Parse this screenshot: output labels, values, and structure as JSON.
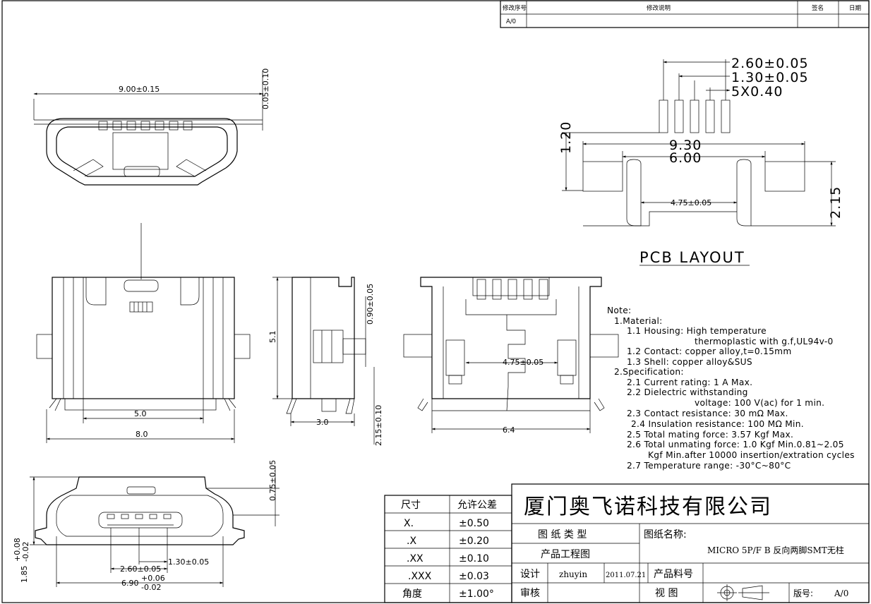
{
  "revision_table": {
    "headers": [
      "修改序号",
      "修改说明",
      "签名",
      "日期"
    ],
    "rows": [
      [
        "A/0",
        "",
        "",
        ""
      ]
    ]
  },
  "dims": {
    "top_width": "9.00±0.15",
    "top_thickness": "0.05±0.10",
    "pcb_pitch_outer": "2.60±0.05",
    "pcb_pitch_inner": "1.30±0.05",
    "pcb_pad_width": "5X0.40",
    "pcb_pad_height": "1.20",
    "pcb_total": "9.30",
    "pcb_inner": "6.00",
    "pcb_leg_gap": "4.75±0.05",
    "pcb_side": "2.15",
    "front_inner": "5.0",
    "front_outer": "8.0",
    "side_height": "5.1",
    "side_depth": "3.0",
    "side_bump": "0.90±0.05",
    "side_foot": "2.15±0.10",
    "back_gap": "4.75±0.05",
    "back_width": "6.4",
    "end_top": "0.75±0.05",
    "end_height_main": "1.85",
    "end_height_tol_plus": "+0.08",
    "end_height_tol_minus": "-0.02",
    "end_pitch_outer": "2.60±0.05",
    "end_pitch_inner": "1.30±0.05",
    "end_width_main": "6.90",
    "end_width_tol_plus": "+0.06",
    "end_width_tol_minus": "-0.02"
  },
  "pcb_layout_title": "PCB LAYOUT",
  "notes": [
    "Note:",
    "1.Material:",
    "1.1  Housing: High temperature",
    "thermoplastic with g.f,UL94v-0",
    "1.2  Contact: copper alloy,t=0.15mm",
    "1.3  Shell: copper alloy&SUS",
    "2.Specification:",
    "2.1  Current rating: 1 A Max.",
    "2.2  Dielectric withstanding",
    "voltage: 100 V(ac) for 1 min.",
    "2.3  Contact resistance: 30 mΩ Max.",
    "2.4  Insulation resistance: 100 MΩ Min.",
    "2.5  Total mating force: 3.57 Kgf Max.",
    "2.6  Total unmating force: 1.0 Kgf Min.0.81~2.05",
    "Kgf Min.after 10000 insertion/extration cycles",
    "2.7  Temperature range: -30°C~80°C"
  ],
  "tolerance_table": {
    "headers": [
      "尺寸",
      "允许公差"
    ],
    "rows": [
      [
        "X.",
        "±0.50"
      ],
      [
        ".X",
        "±0.20"
      ],
      [
        ".XX",
        "±0.10"
      ],
      [
        ".XXX",
        "±0.03"
      ],
      [
        "角度",
        "±1.00°"
      ]
    ]
  },
  "title_block": {
    "company": "厦门奥飞诺科技有限公司",
    "drawing_type_label": "图 纸 类 型",
    "drawing_type_value": "产品工程图",
    "drawing_name_label": "图纸名称:",
    "drawing_name_value": "MICRO 5P/F B 反向两脚SMT无柱",
    "design_label": "设计",
    "designer": "zhuyin",
    "date": "2011.07.21",
    "part_number_label": "产品料号",
    "review_label": "审核",
    "view_label": "视 图",
    "version_label": "版号:",
    "version_value": "A/0"
  }
}
